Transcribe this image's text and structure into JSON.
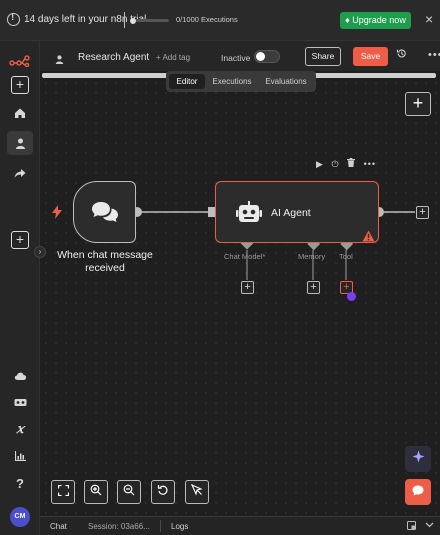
{
  "banner": {
    "trial_text": "14 days left in your n8n trial",
    "executions_text": "0/1000 Executions",
    "executions_fraction": 0,
    "upgrade_label": "Upgrade now",
    "close_glyph": "×"
  },
  "sidebar": {
    "avatar_initials": "CM",
    "icons": [
      "n8n-logo-icon",
      "add-icon",
      "home-icon",
      "person-icon",
      "share-icon",
      "add-project-icon",
      "cloud-icon",
      "templates-icon",
      "variables-icon",
      "insights-icon",
      "help-icon"
    ],
    "variables_glyph": "𝑥",
    "help_glyph": "?"
  },
  "header": {
    "workflow_name": "Research Agent",
    "add_tag_label": "+ Add tag",
    "active_state_label": "Inactive",
    "share_label": "Share",
    "save_label": "Save"
  },
  "tabs": [
    {
      "label": "Editor",
      "active": true
    },
    {
      "label": "Executions",
      "active": false
    },
    {
      "label": "Evaluations",
      "active": false
    }
  ],
  "canvas": {
    "trigger_node_label": "When chat message received",
    "agent_node_label": "AI Agent",
    "sub_connectors": [
      {
        "label": "Chat Model*"
      },
      {
        "label": "Memory"
      },
      {
        "label": "Tool"
      }
    ]
  },
  "bottom_panel": {
    "chat_label": "Chat",
    "session_label": "Session: 03a66...",
    "logs_label": "Logs"
  },
  "colors": {
    "accent": "#ee5d47",
    "upgrade_green": "#1e9d4d",
    "canvas_bg": "#1f1f1f",
    "assist_purple": "#7b3ff2"
  }
}
